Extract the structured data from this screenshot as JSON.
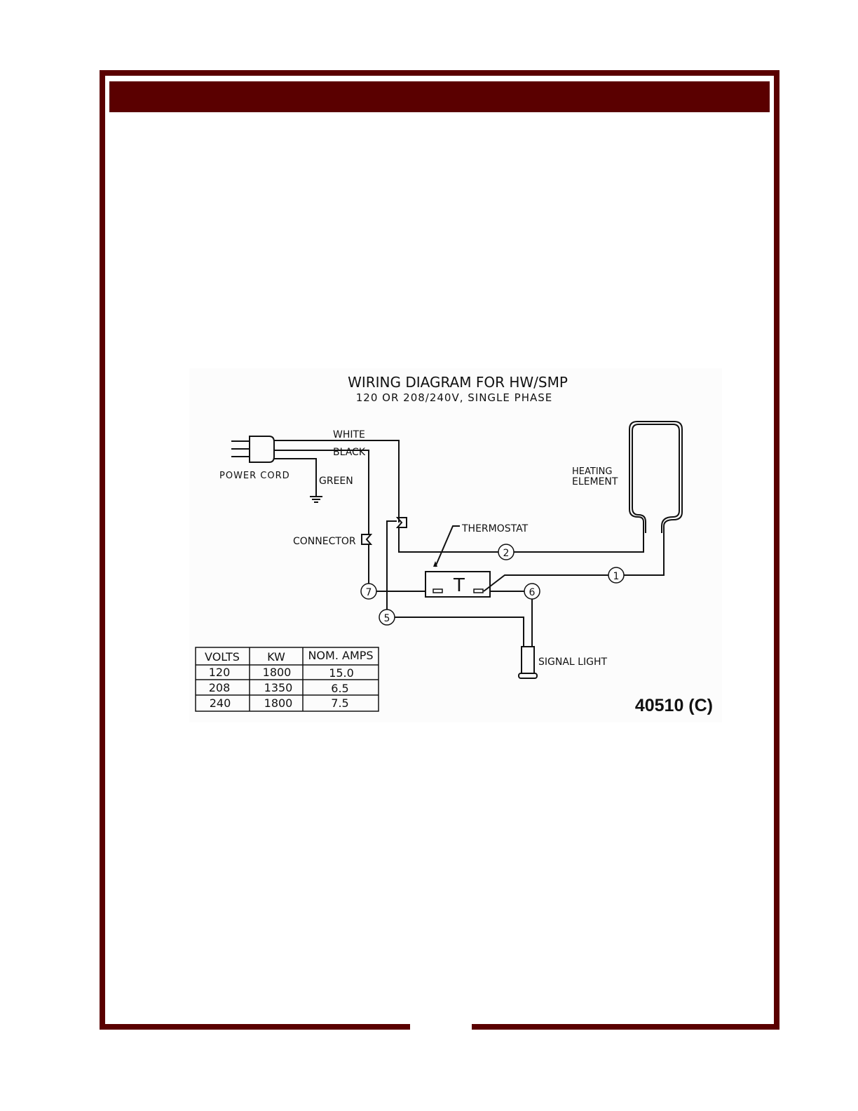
{
  "diagram": {
    "title": "WIRING DIAGRAM FOR HW/SMP",
    "subtitle": "120 OR 208/240V, SINGLE PHASE",
    "labels": {
      "white": "WHITE",
      "black": "BLACK",
      "green": "GREEN",
      "power_cord": "POWER CORD",
      "heating_element_line1": "HEATING",
      "heating_element_line2": "ELEMENT",
      "thermostat": "THERMOSTAT",
      "thermostat_symbol": "T",
      "connector": "CONNECTOR",
      "signal_light": "SIGNAL LIGHT"
    },
    "wire_numbers": [
      "2",
      "1",
      "7",
      "6",
      "5"
    ],
    "part_number": "40510 (C)"
  },
  "ratings_table": {
    "headers": [
      "VOLTS",
      "KW",
      "NOM. AMPS"
    ],
    "rows": [
      [
        "120",
        "1800",
        "15.0"
      ],
      [
        "208",
        "1350",
        "6.5"
      ],
      [
        "240",
        "1800",
        "7.5"
      ]
    ]
  },
  "colors": {
    "frame": "#5a0000",
    "header_bar": "#5a0000",
    "line": "#111111"
  }
}
